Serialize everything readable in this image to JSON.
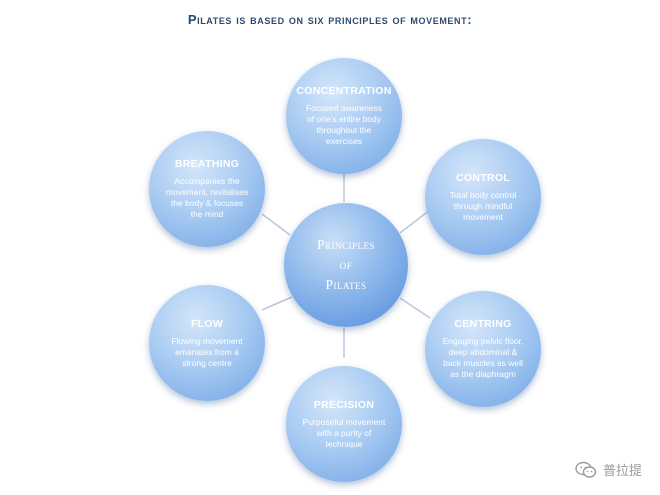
{
  "title": "Pilates is based on six principles of movement:",
  "center": {
    "line1": "Principles",
    "line2": "of",
    "line3": "Pilates"
  },
  "nodes": {
    "concentration": {
      "label": "CONCENTRATION",
      "desc": "Focused awareness of one’s entire body throughout the exercises"
    },
    "control": {
      "label": "CONTROL",
      "desc": "Total body control through mindful movement"
    },
    "centring": {
      "label": "CENTRING",
      "desc": "Engaging pelvic floor, deep abdominal & back muscles as well as the diaphragm"
    },
    "precision": {
      "label": "PRECISION",
      "desc": "Purposeful movement with a purity of technique"
    },
    "flow": {
      "label": "FLOW",
      "desc": "Flowing movement emanates from a strong centre"
    },
    "breathing": {
      "label": "BREATHING",
      "desc": "Accompanies the movement, revitalises the body & focuses the mind"
    }
  },
  "watermark": {
    "text": "普拉提",
    "icon": "wechat-icon"
  },
  "colors": {
    "circle": "#8fb9ec",
    "title": "#2c4a6e",
    "connector": "#b8c8da"
  }
}
